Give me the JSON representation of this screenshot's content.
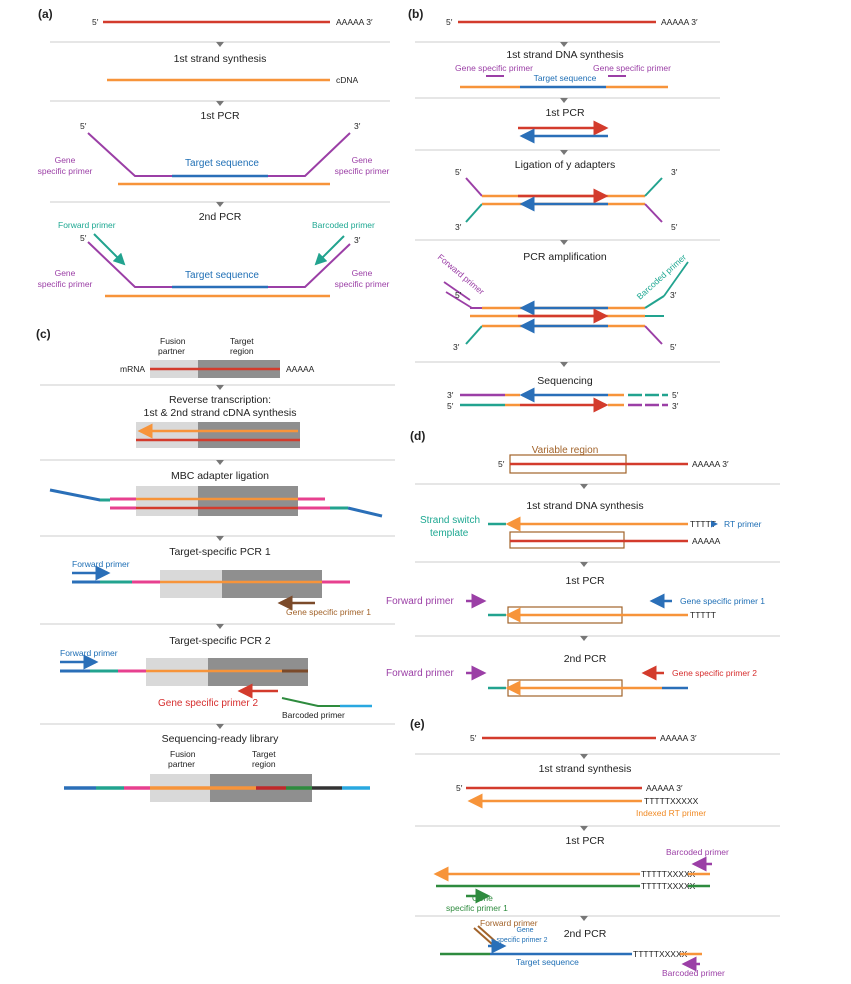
{
  "colors": {
    "rna": "#d33b2c",
    "cdna": "#f7943a",
    "primer": "#9b3fa6",
    "target": "#2a6fb8",
    "teal": "#22a38f",
    "pink": "#e7408f",
    "green": "#2e8b3e",
    "brown": "#7b4a2a",
    "grey_light": "#d9d9d9",
    "grey_dark": "#8f8f8f",
    "divider": "#cccccc"
  },
  "a": {
    "panel": "(a)",
    "five": "5′",
    "three": "3′",
    "polya": "AAAAA 3′",
    "step1": "1st strand synthesis",
    "cdna": "cDNA",
    "step2": "1st PCR",
    "gene1": "Gene",
    "gene2": "specific primer",
    "target": "Target sequence",
    "step3": "2nd PCR",
    "forward": "Forward primer",
    "barcoded": "Barcoded primer"
  },
  "b": {
    "panel": "(b)",
    "five": "5′",
    "three": "3′",
    "polya": "AAAAA 3′",
    "step1": "1st strand DNA synthesis",
    "gsp_left": "Gene specific primer",
    "gsp_right": "Gene specific primer",
    "target": "Target sequence",
    "step2": "1st PCR",
    "step3": "Ligation of y adapters",
    "step4": "PCR amplification",
    "forward": "Forward primer",
    "barcoded": "Barcoded primer",
    "step5": "Sequencing"
  },
  "c": {
    "panel": "(c)",
    "fusion1": "Fusion",
    "fusion2": "partner",
    "target1": "Target",
    "target2": "region",
    "mrna": "mRNA",
    "polya": "AAAAA",
    "step1a": "Reverse transcription:",
    "step1b": "1st & 2nd strand cDNA synthesis",
    "step2": "MBC adapter ligation",
    "step3": "Target-specific PCR 1",
    "forward": "Forward primer",
    "gsp1": "Gene specific primer 1",
    "step4": "Target-specific PCR 2",
    "gsp2": "Gene specific primer 2",
    "barcoded": "Barcoded primer",
    "step5": "Sequencing-ready library"
  },
  "d": {
    "panel": "(d)",
    "variable": "Variable region",
    "five": "5′",
    "polya3": "AAAAA 3′",
    "step1": "1st strand DNA synthesis",
    "strand1": "Strand switch",
    "strand2": "template",
    "ttttt": "TTTTT",
    "rt": "RT primer",
    "polya": "AAAAA",
    "step2": "1st PCR",
    "forward": "Forward primer",
    "gsp1": "Gene specific primer 1",
    "step3": "2nd PCR",
    "gsp2": "Gene specific primer 2"
  },
  "e": {
    "panel": "(e)",
    "five": "5′",
    "polya": "AAAAA  3′",
    "step1": "1st strand synthesis",
    "tx": "TTTTTXXXXX",
    "indexed": "Indexed RT primer",
    "step2": "1st PCR",
    "barcoded": "Barcoded primer",
    "gsp1a": "Gene",
    "gsp1b": "specific primer 1",
    "forward": "Forward primer",
    "gsp2a": "Gene",
    "gsp2b": "specific primer 2",
    "step3": "2nd PCR",
    "target": "Target sequence"
  }
}
